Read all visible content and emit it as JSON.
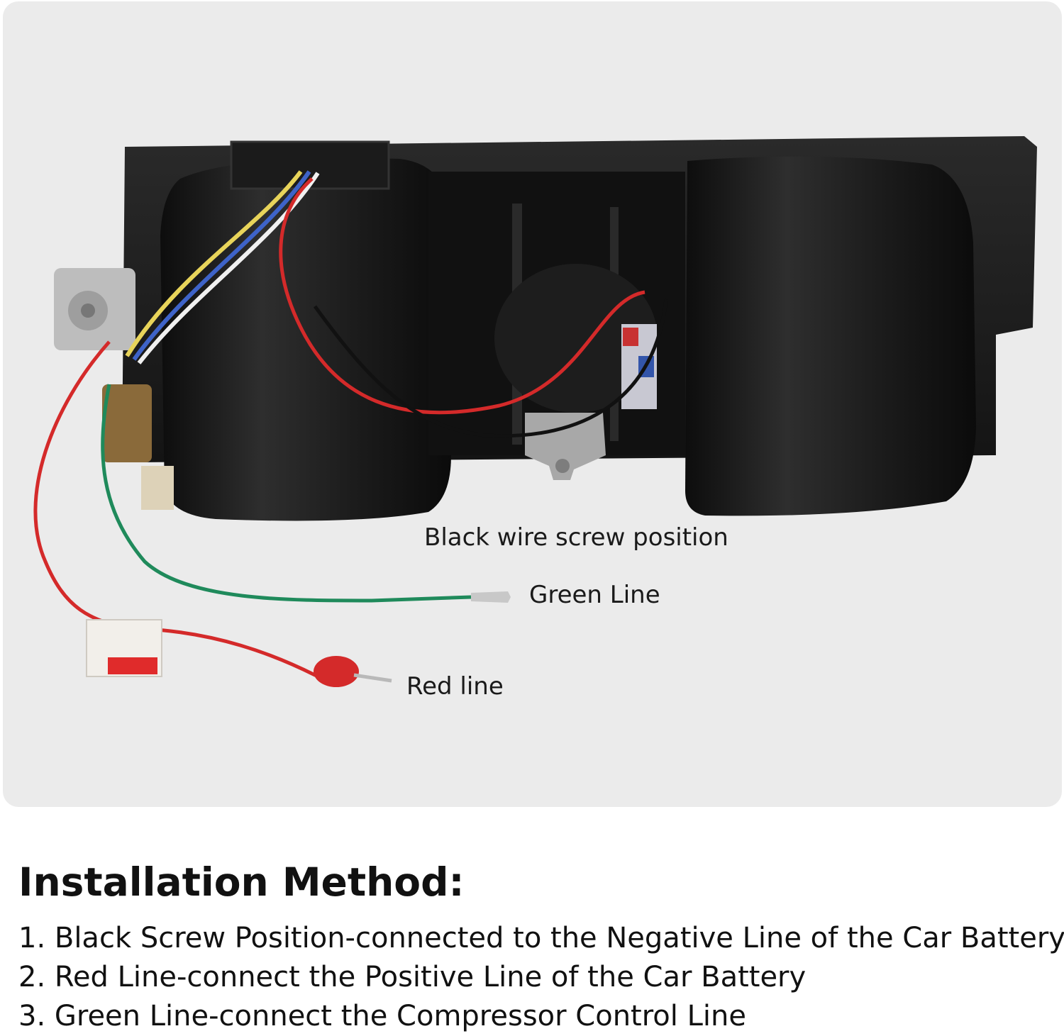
{
  "callouts": {
    "black_wire": "Black wire screw position",
    "green_line": "Green Line",
    "red_line": "Red line"
  },
  "installation": {
    "title": "Installation Method:",
    "steps": [
      "1. Black Screw Position-connected to the Negative Line of the Car Battery",
      "2. Red Line-connect the Positive Line of the Car Battery",
      "3. Green Line-connect the Compressor Control Line"
    ]
  },
  "colors": {
    "panel_bg": "#ebebeb",
    "housing": "#1c1c1c",
    "red_wire": "#d42a2a",
    "green_wire": "#1f8a5b"
  }
}
